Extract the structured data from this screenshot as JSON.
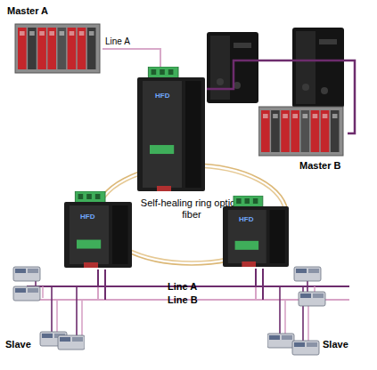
{
  "diagram": {
    "nodes": [
      {
        "text": [
          "Master A"
        ]
      },
      {
        "text": [
          "HFD"
        ]
      },
      {
        "text": [
          "Master B"
        ]
      },
      {
        "text": [
          "Self-healing ring optical fiber"
        ]
      },
      {
        "text": [
          "HFD"
        ]
      },
      {
        "text": [
          "HFD"
        ]
      },
      {
        "text": [
          "Slave"
        ]
      },
      {
        "text": [
          "Slave"
        ]
      }
    ],
    "edges": [
      {
        "from": 0,
        "to": 1,
        "arrow": "none",
        "label": "Line A"
      },
      {
        "from": 1,
        "to": 2,
        "arrow": "none"
      },
      {
        "from": 4,
        "to": 6,
        "arrow": "none"
      },
      {
        "from": 5,
        "to": 7,
        "arrow": "none"
      }
    ],
    "labels": [
      "Line A",
      "Line B"
    ]
  }
}
